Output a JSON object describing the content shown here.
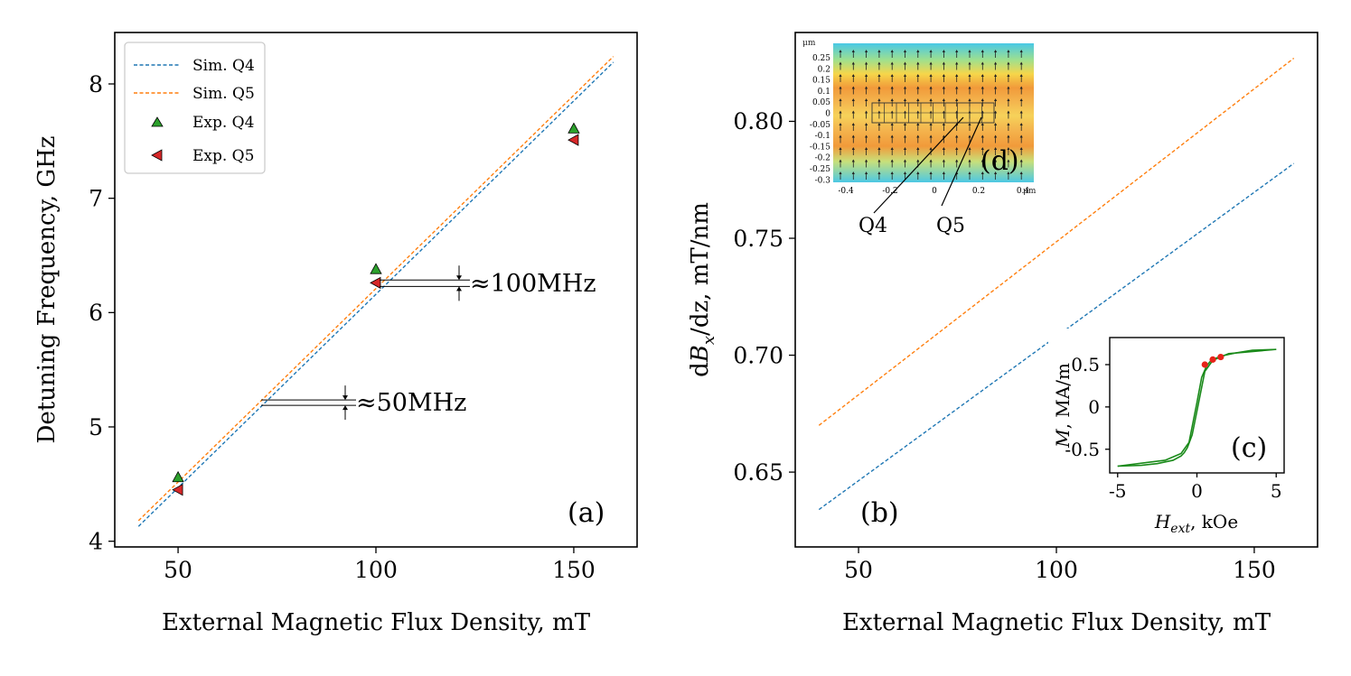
{
  "colors": {
    "sim_q4": "#1f77b4",
    "sim_q5": "#ff7f0e",
    "exp_q4": "#2ca02c",
    "exp_q5": "#d62728",
    "hysteresis": "#1a8a1a",
    "hysteresis_points": "#e8231a"
  },
  "chart_data": [
    {
      "panel": "(a)",
      "type": "line",
      "xlabel": "External Magnetic Flux Density, mT",
      "ylabel": "Detuning Frequency, GHz",
      "xlim": [
        34,
        166
      ],
      "ylim": [
        3.95,
        8.45
      ],
      "xticks": [
        "50",
        "100",
        "150"
      ],
      "yticks": [
        "4",
        "5",
        "6",
        "7",
        "8"
      ],
      "legend": [
        "Sim. Q4",
        "Sim. Q5",
        "Exp. Q4",
        "Exp. Q5"
      ],
      "legend_position": "upper-left",
      "series": [
        {
          "name": "Sim. Q4",
          "style": "dashed",
          "x": [
            40,
            160
          ],
          "y": [
            4.13,
            8.19
          ]
        },
        {
          "name": "Sim. Q5",
          "style": "dashed",
          "x": [
            40,
            160
          ],
          "y": [
            4.18,
            8.24
          ]
        },
        {
          "name": "Exp. Q4",
          "marker": "triangle-up",
          "x": [
            50,
            100,
            150
          ],
          "y": [
            4.56,
            6.38,
            7.61
          ]
        },
        {
          "name": "Exp. Q5",
          "marker": "triangle-left",
          "x": [
            50,
            100,
            150
          ],
          "y": [
            4.45,
            6.26,
            7.51
          ]
        }
      ],
      "annotations": [
        {
          "text": "≈100MHz",
          "at_x": 100
        },
        {
          "text": "≈50MHz",
          "at_x": 71
        }
      ]
    },
    {
      "panel": "(b)",
      "type": "line",
      "xlabel": "External Magnetic Flux Density, mT",
      "ylabel_prefix": "d",
      "ylabel_var": "B",
      "ylabel_sub": "x",
      "ylabel_suffix": "/dz, mT/nm",
      "xlim": [
        34,
        166
      ],
      "ylim": [
        0.618,
        0.838
      ],
      "xticks": [
        "50",
        "100",
        "150"
      ],
      "yticks": [
        "0.65",
        "0.70",
        "0.75",
        "0.80"
      ],
      "series": [
        {
          "style": "dashed",
          "color_key": "sim_q4",
          "x": [
            40,
            160
          ],
          "y": [
            0.634,
            0.782
          ]
        },
        {
          "style": "dashed",
          "color_key": "sim_q5",
          "x": [
            40,
            160
          ],
          "y": [
            0.67,
            0.827
          ]
        }
      ]
    },
    {
      "panel": "(c)",
      "type": "line",
      "xlabel_var": "H",
      "xlabel_sub": "ext",
      "xlabel_suffix": ", kOe",
      "ylabel_var": "M",
      "ylabel_suffix": ", MA/m",
      "xlim": [
        -5.5,
        5.5
      ],
      "ylim": [
        -0.78,
        0.82
      ],
      "xticks": [
        "-5",
        "0",
        "5"
      ],
      "yticks": [
        "-0.5",
        "0",
        "0.5"
      ],
      "series": [
        {
          "name": "descending",
          "x": [
            -5,
            -2,
            -1,
            -0.5,
            0,
            0.3,
            0.6,
            0.8,
            1,
            1.5,
            2.5,
            3.5,
            5
          ],
          "y": [
            -0.7,
            -0.63,
            -0.55,
            -0.42,
            0.05,
            0.35,
            0.48,
            0.53,
            0.56,
            0.6,
            0.64,
            0.67,
            0.68
          ]
        },
        {
          "name": "ascending",
          "x": [
            -5,
            -3.5,
            -2.5,
            -1.5,
            -1,
            -0.8,
            -0.6,
            -0.3,
            0,
            0.5,
            1,
            2,
            5
          ],
          "y": [
            -0.7,
            -0.69,
            -0.67,
            -0.63,
            -0.58,
            -0.54,
            -0.48,
            -0.33,
            -0.05,
            0.42,
            0.55,
            0.63,
            0.68
          ]
        },
        {
          "name": "operating points",
          "marker": "circle",
          "x": [
            0.5,
            1.0,
            1.5
          ],
          "y": [
            0.5,
            0.56,
            0.59
          ]
        }
      ]
    },
    {
      "panel": "(d)",
      "type": "heatmap",
      "xunit": "μm",
      "yunit": "μm",
      "xticks": [
        "-0.4",
        "-0.2",
        "0",
        "0.2",
        "0.4"
      ],
      "yticks": [
        "0.25",
        "0.2",
        "0.15",
        "0.1",
        "0.05",
        "0",
        "-0.05",
        "-0.1",
        "-0.15",
        "-0.2",
        "-0.25",
        "-0.3"
      ],
      "callouts": [
        "Q4",
        "Q5"
      ]
    }
  ]
}
